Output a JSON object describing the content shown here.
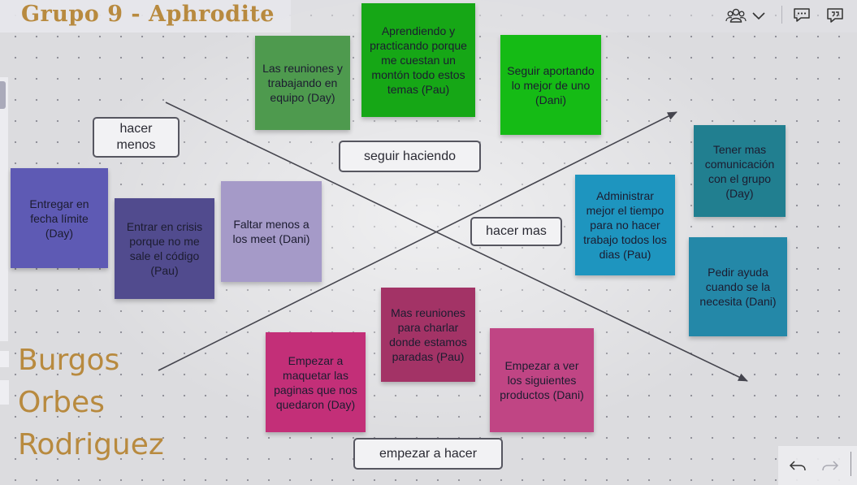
{
  "board": {
    "title": "Grupo 9 - Aphrodite",
    "names": [
      "Burgos",
      "Orbes",
      "Rodriguez"
    ]
  },
  "labels": {
    "hacer_menos": "hacer\nmenos",
    "seguir_haciendo": "seguir haciendo",
    "hacer_mas": "hacer mas",
    "empezar_a_hacer": "empezar a hacer"
  },
  "notes": {
    "n1": "Las reuniones y trabajando en equipo (Day)",
    "n2": "Aprendiendo y practicando porque me cuestan un montón todo estos temas (Pau)",
    "n3": "Seguir aportando lo mejor de uno (Dani)",
    "n4": "Entregar en fecha límite (Day)",
    "n5": "Entrar en crisis porque no me sale el código (Pau)",
    "n6": "Faltar menos a los meet (Dani)",
    "n7": "Tener mas comunicación con el grupo (Day)",
    "n8": "Administrar mejor el tiempo para no hacer trabajo todos los dias (Pau)",
    "n9": "Pedir ayuda cuando se la necesita (Dani)",
    "n10": "Mas reuniones para charlar donde estamos paradas (Pau)",
    "n11": "Empezar a maquetar las paginas que nos quedaron (Day)",
    "n12": "Empezar a ver los siguientes productos (Dani)"
  },
  "colors": {
    "title": "#b88a3f",
    "green_1": "#4e9a4e",
    "green_2": "#16a716",
    "green_3": "#15bb15",
    "purple_1": "#5e5ab4",
    "purple_2": "#514b8e",
    "purple_3": "#a59ac8",
    "teal_1": "#217f90",
    "teal_2": "#1e95bf",
    "teal_3": "#2488a8",
    "pink_1": "#a33366",
    "pink_2": "#c32f78",
    "pink_3": "#c04584"
  },
  "toolbar": {
    "icons": [
      "participants-icon",
      "chevron-down-icon",
      "comments-icon",
      "feedback-icon"
    ]
  },
  "bottom_controls": {
    "icons": [
      "undo-icon",
      "redo-icon"
    ]
  }
}
